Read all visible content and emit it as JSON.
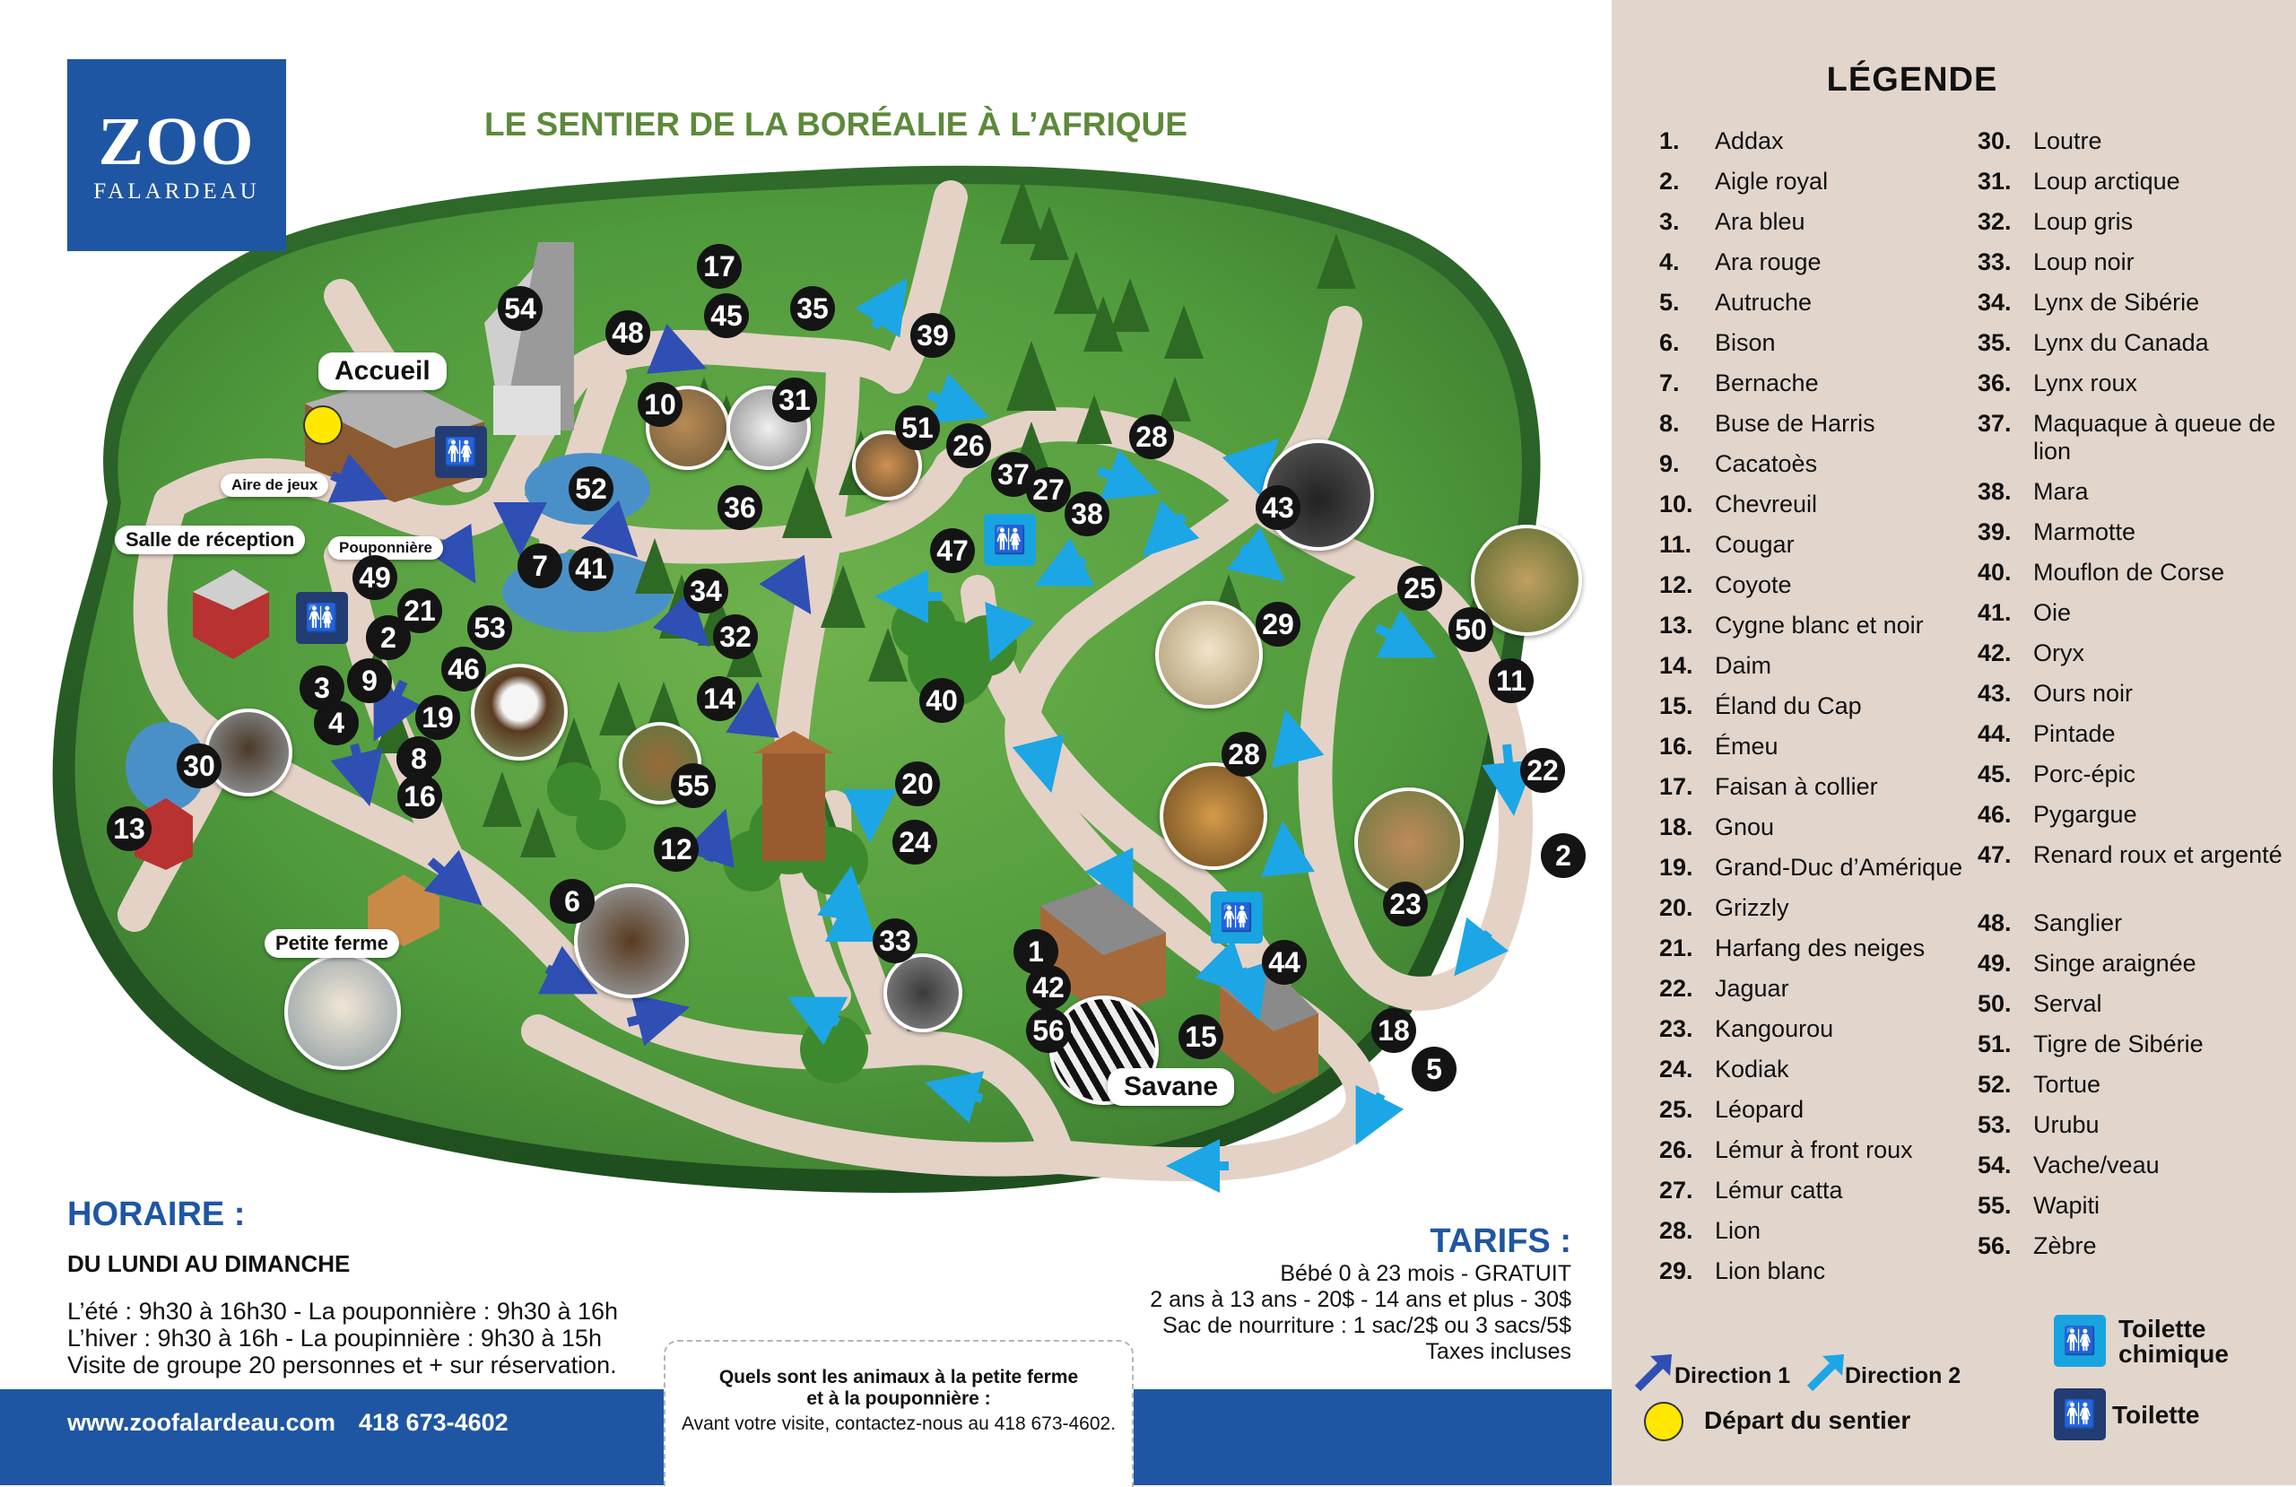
{
  "logo": {
    "line1": "ZOO",
    "line2": "FALARDEAU"
  },
  "map": {
    "title": "LE SENTIER DE LA BORÉALIE À L’AFRIQUE",
    "places": [
      {
        "id": "accueil",
        "label": "Accueil"
      },
      {
        "id": "aire-de-jeux",
        "label": "Aire de jeux"
      },
      {
        "id": "salle-de-reception",
        "label": "Salle de réception"
      },
      {
        "id": "pouponniere",
        "label": "Pouponnière"
      },
      {
        "id": "petite-ferme",
        "label": "Petite ferme"
      },
      {
        "id": "savane",
        "label": "Savane"
      }
    ],
    "markers": [
      "54",
      "17",
      "45",
      "35",
      "48",
      "39",
      "10",
      "31",
      "51",
      "26",
      "28",
      "52",
      "36",
      "37",
      "27",
      "38",
      "43",
      "7",
      "41",
      "47",
      "49",
      "21",
      "2",
      "53",
      "34",
      "32",
      "29",
      "25",
      "50",
      "3",
      "9",
      "46",
      "4",
      "19",
      "14",
      "40",
      "11",
      "30",
      "8",
      "16",
      "55",
      "28",
      "22",
      "20",
      "13",
      "24",
      "2",
      "12",
      "6",
      "33",
      "1",
      "23",
      "44",
      "42",
      "56",
      "15",
      "18",
      "5"
    ]
  },
  "schedule": {
    "title": "HORAIRE :",
    "days": "DU LUNDI AU DIMANCHE",
    "lines": [
      "L’été : 9h30 à 16h30 - La pouponnière : 9h30 à 16h",
      "L’hiver : 9h30 à 16h - La poupinnière : 9h30 à 15h",
      "Visite de groupe 20 personnes et + sur réservation."
    ]
  },
  "pricing": {
    "title": "TARIFS :",
    "lines": [
      "Bébé 0 à 23 mois - GRATUIT",
      "2 ans à 13 ans - 20$ - 14 ans et plus - 30$",
      "Sac de nourriture : 1 sac/2$ ou 3 sacs/5$",
      "Taxes incluses"
    ]
  },
  "footer": {
    "url": "www.zoofalardeau.com",
    "phone": "418 673-4602",
    "info_line1": "Quels sont les animaux à la petite ferme",
    "info_line2": "et à la pouponnière :",
    "info_line3": "Avant votre visite, contactez-nous au 418 673-4602."
  },
  "legend": {
    "title": "LÉGENDE",
    "col1": [
      {
        "num": "1.",
        "name": "Addax"
      },
      {
        "num": "2.",
        "name": "Aigle royal"
      },
      {
        "num": "3.",
        "name": "Ara bleu"
      },
      {
        "num": "4.",
        "name": "Ara rouge"
      },
      {
        "num": "5.",
        "name": "Autruche"
      },
      {
        "num": "6.",
        "name": "Bison"
      },
      {
        "num": "7.",
        "name": "Bernache"
      },
      {
        "num": "8.",
        "name": "Buse de Harris"
      },
      {
        "num": "9.",
        "name": "Cacatoès"
      },
      {
        "num": "10.",
        "name": "Chevreuil"
      },
      {
        "num": "11.",
        "name": "Cougar"
      },
      {
        "num": "12.",
        "name": "Coyote"
      },
      {
        "num": "13.",
        "name": "Cygne blanc et noir"
      },
      {
        "num": "14.",
        "name": "Daim"
      },
      {
        "num": "15.",
        "name": "Éland du Cap"
      },
      {
        "num": "16.",
        "name": "Émeu"
      },
      {
        "num": "17.",
        "name": "Faisan à collier"
      },
      {
        "num": "18.",
        "name": "Gnou"
      },
      {
        "num": "19.",
        "name": "Grand-Duc d’Amérique"
      },
      {
        "num": "20.",
        "name": "Grizzly"
      },
      {
        "num": "21.",
        "name": "Harfang des neiges"
      },
      {
        "num": "22.",
        "name": "Jaguar"
      },
      {
        "num": "23.",
        "name": "Kangourou"
      },
      {
        "num": "24.",
        "name": "Kodiak"
      },
      {
        "num": "25.",
        "name": "Léopard"
      },
      {
        "num": "26.",
        "name": "Lémur à front roux"
      },
      {
        "num": "27.",
        "name": "Lémur catta"
      },
      {
        "num": "28.",
        "name": "Lion"
      },
      {
        "num": "29.",
        "name": "Lion blanc"
      }
    ],
    "col2": [
      {
        "num": "30.",
        "name": "Loutre"
      },
      {
        "num": "31.",
        "name": "Loup arctique"
      },
      {
        "num": "32.",
        "name": "Loup gris"
      },
      {
        "num": "33.",
        "name": "Loup noir"
      },
      {
        "num": "34.",
        "name": "Lynx de Sibérie"
      },
      {
        "num": "35.",
        "name": "Lynx du Canada"
      },
      {
        "num": "36.",
        "name": "Lynx roux"
      },
      {
        "num": "37.",
        "name": "Maquaque à queue de lion"
      },
      {
        "num": "38.",
        "name": "Mara"
      },
      {
        "num": "39.",
        "name": "Marmotte"
      },
      {
        "num": "40.",
        "name": "Mouflon de Corse"
      },
      {
        "num": "41.",
        "name": "Oie"
      },
      {
        "num": "42.",
        "name": "Oryx"
      },
      {
        "num": "43.",
        "name": "Ours noir"
      },
      {
        "num": "44.",
        "name": "Pintade"
      },
      {
        "num": "45.",
        "name": "Porc-épic"
      },
      {
        "num": "46.",
        "name": "Pygargue"
      },
      {
        "num": "47.",
        "name": "Renard roux et argenté"
      },
      {
        "num": "48.",
        "name": "Sanglier"
      },
      {
        "num": "49.",
        "name": "Singe araignée"
      },
      {
        "num": "50.",
        "name": "Serval"
      },
      {
        "num": "51.",
        "name": "Tigre de Sibérie"
      },
      {
        "num": "52.",
        "name": "Tortue"
      },
      {
        "num": "53.",
        "name": "Urubu"
      },
      {
        "num": "54.",
        "name": "Vache/veau"
      },
      {
        "num": "55.",
        "name": "Wapiti"
      },
      {
        "num": "56.",
        "name": "Zèbre"
      }
    ],
    "keys": {
      "direction1": "Direction 1",
      "direction2": "Direction 2",
      "start": "Départ du sentier",
      "chemical_toilet": "Toilette chimique",
      "toilet": "Toilette"
    }
  },
  "colors": {
    "brand_blue": "#1f56a3",
    "grass": "#4f9a3c",
    "path": "#e4d2c6",
    "direction1": "#2f4fb5",
    "direction2": "#1ca6e6",
    "legend_bg": "#e2d6cc",
    "marker": "#141414",
    "start": "#ffe700"
  }
}
